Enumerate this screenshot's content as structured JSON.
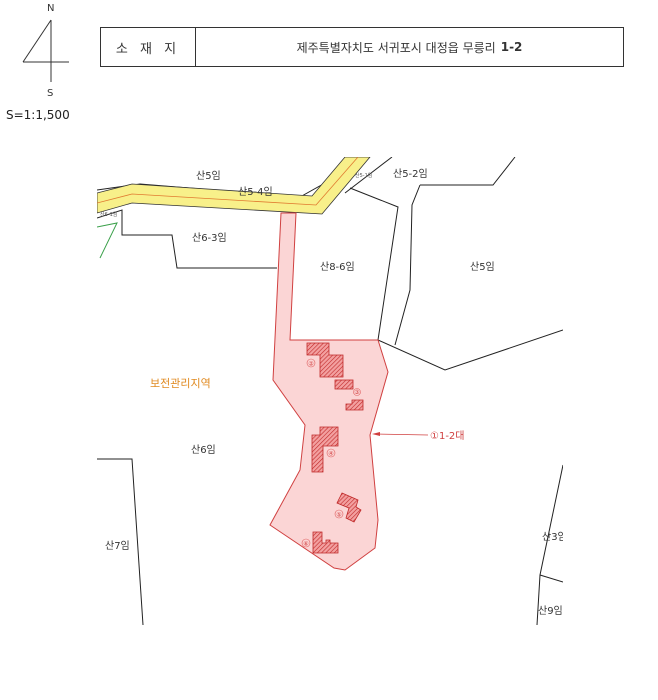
{
  "compass": {
    "north": "N",
    "south": "S"
  },
  "scale": "S=1:1,500",
  "location": {
    "label": "소 재 지",
    "address": "제주특별자치도 서귀포시 대정읍 무릉리",
    "lot": "1-2"
  },
  "map": {
    "parcels": [
      "산5임",
      "산5-4임",
      "산5-1임",
      "산5-2임",
      "산6-1임",
      "산6-3임",
      "산8-6임",
      "산5임",
      "산6임",
      "산7임",
      "산3임",
      "산9임"
    ],
    "zone_label": "보전관리지역",
    "subject_label": "①1-2대",
    "building_numbers": [
      "②",
      "③",
      "④",
      "⑤",
      "⑥"
    ],
    "colors": {
      "subject_fill": "#fbd5d5",
      "subject_stroke": "#d04040",
      "road_fill": "#f8f08a",
      "road_center": "#e07a30",
      "zone_text": "#e08a20",
      "boundary": "#222222",
      "green_line": "#3aa04a"
    }
  }
}
